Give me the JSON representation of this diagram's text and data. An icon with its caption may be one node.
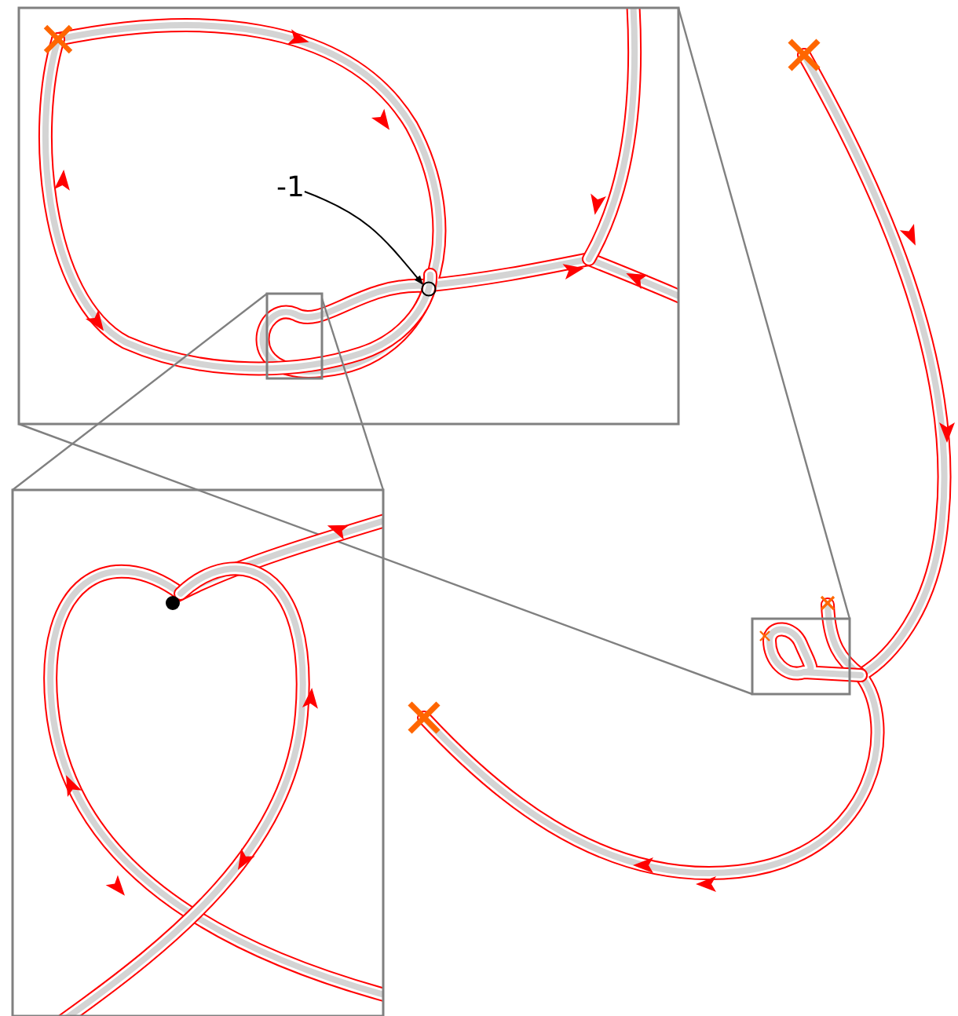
{
  "diagram": {
    "nodes": [
      {
        "text": [
          "-1"
        ]
      },
      {
        "text": [],
        "shape": "circle"
      }
    ],
    "edges": [
      {
        "from": 0,
        "to": 1,
        "arrow": "to"
      }
    ]
  }
}
